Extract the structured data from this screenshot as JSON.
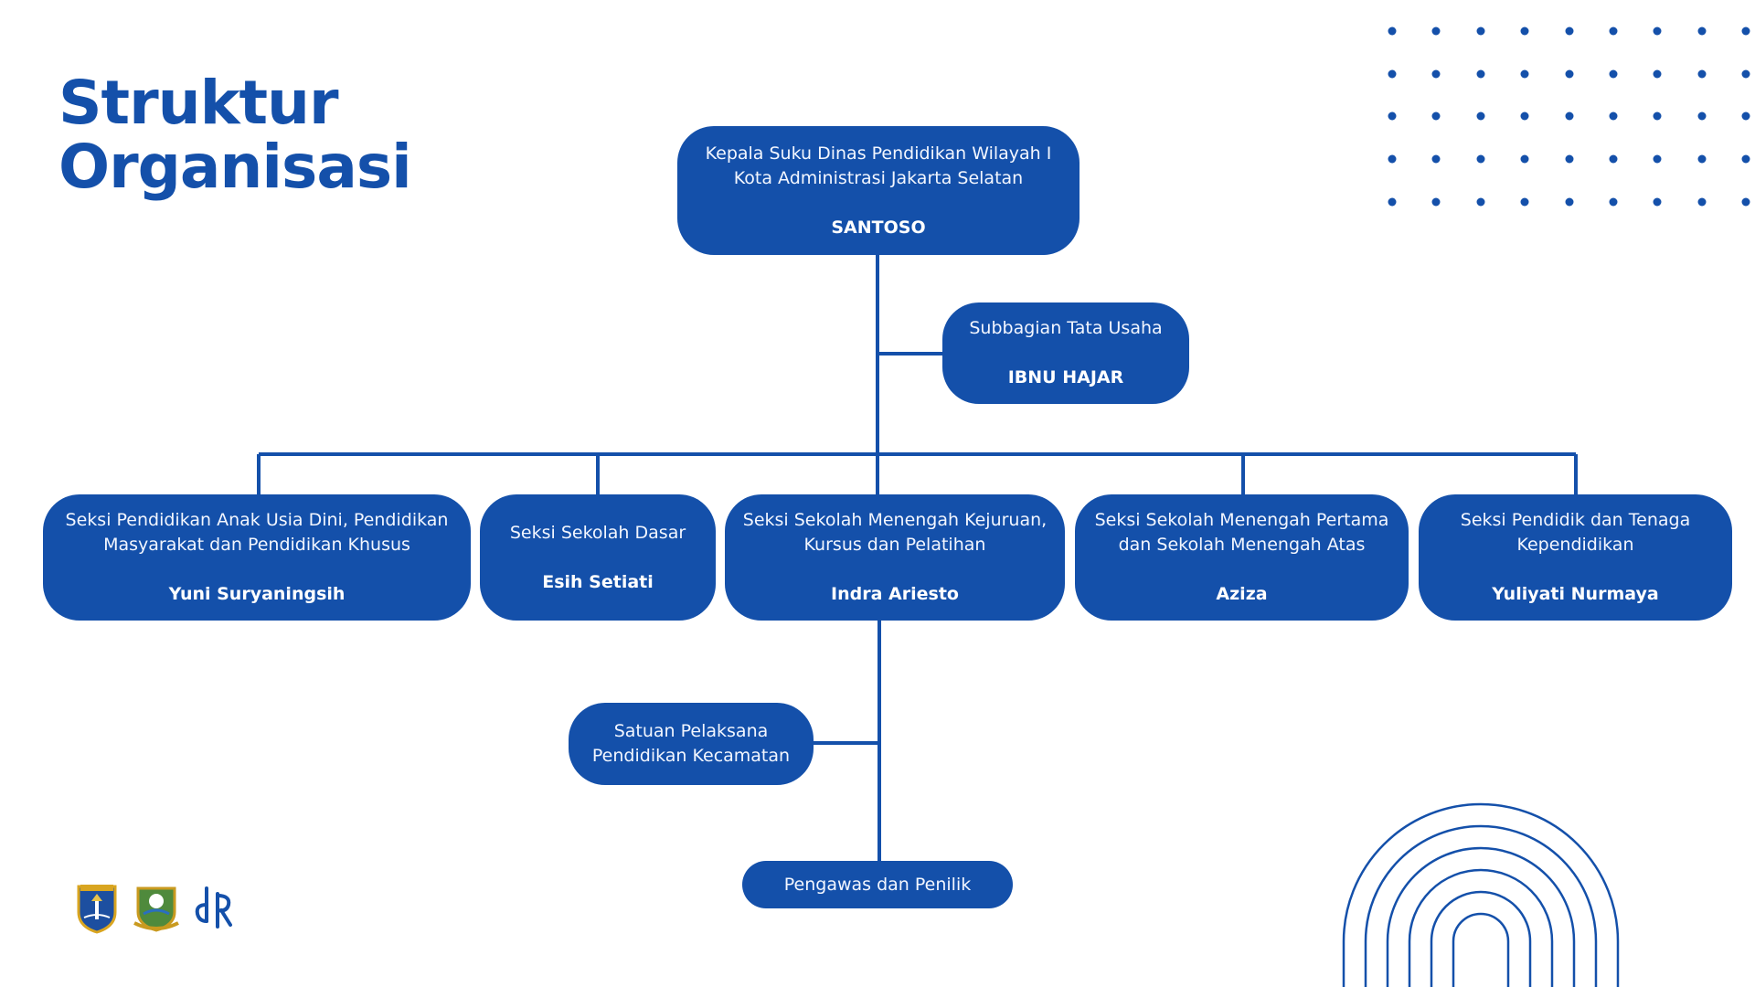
{
  "title": {
    "line1": "Struktur",
    "line2": "Organisasi"
  },
  "nodes": {
    "head": {
      "unit": "Kepala Suku Dinas Pendidikan Wilayah I\nKota Administrasi Jakarta Selatan",
      "name": "SANTOSO"
    },
    "admin": {
      "unit": "Subbagian Tata Usaha",
      "name": "IBNU HAJAR"
    },
    "paud": {
      "unit": "Seksi Pendidikan Anak Usia Dini, Pendidikan\nMasyarakat dan Pendidikan Khusus",
      "name": "Yuni Suryaningsih"
    },
    "sd": {
      "unit": "Seksi Sekolah Dasar",
      "name": "Esih Setiati"
    },
    "smk": {
      "unit": "Seksi Sekolah Menengah Kejuruan,\nKursus dan Pelatihan",
      "name": "Indra Ariesto"
    },
    "smp_sma": {
      "unit": "Seksi Sekolah Menengah Pertama\ndan Sekolah Menengah Atas",
      "name": "Aziza"
    },
    "ptk": {
      "unit": "Seksi Pendidik dan Tenaga\nKependidikan",
      "name": "Yuliyati Nurmaya"
    },
    "satpel": {
      "unit": "Satuan Pelaksana\nPendidikan Kecamatan"
    },
    "pengawas": {
      "unit": "Pengawas dan Penilik"
    }
  },
  "colors": {
    "primary": "#1450aa",
    "text_on_primary": "#ffffff",
    "background": "#ffffff"
  },
  "logos": [
    "jakarta-coat-of-arms",
    "south-jakarta-emblem",
    "education-agency-logo"
  ]
}
